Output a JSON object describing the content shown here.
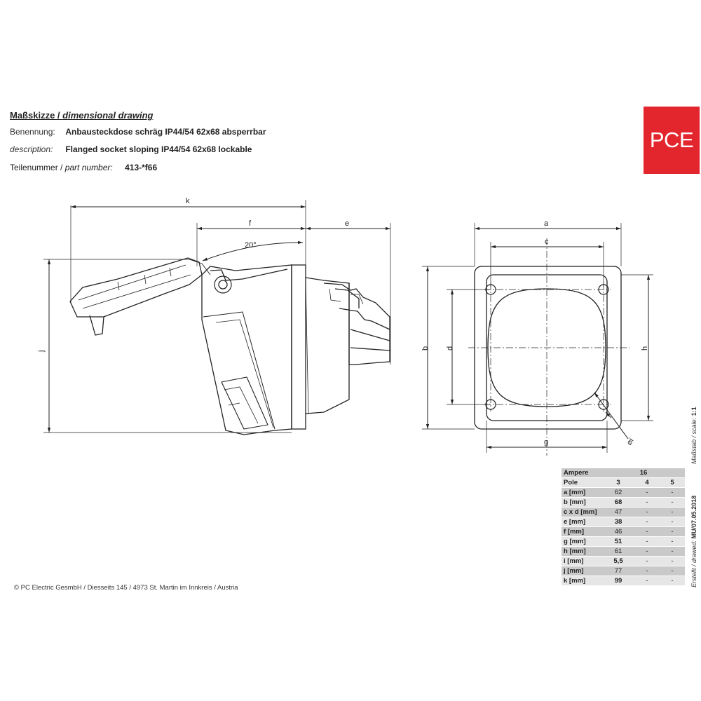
{
  "header": {
    "title_de": "Maßskizze /",
    "title_en": "dimensional drawing",
    "name_label": "Benennung:",
    "name_value": "Anbausteckdose schräg IP44/54 62x68 absperrbar",
    "desc_label": "description:",
    "desc_value": "Flanged socket sloping IP44/54 62x68 lockable",
    "part_label_de": "Teilenummer /",
    "part_label_en": "part number:",
    "part_value": "413-*f66"
  },
  "logo": {
    "text": "PCE",
    "color": "#e3262d"
  },
  "drawing_labels": {
    "k": "k",
    "f": "f",
    "e": "e",
    "angle": "20°",
    "j": "j",
    "a": "a",
    "c": "c",
    "b": "b",
    "d": "d",
    "h": "h",
    "g": "g",
    "i": "i"
  },
  "table": {
    "ampere_label": "Ampere",
    "ampere_value": "16",
    "rows": [
      [
        "Pole",
        "3",
        "4",
        "5"
      ],
      [
        "a [mm]",
        "62",
        "-",
        "-"
      ],
      [
        "b [mm]",
        "68",
        "-",
        "-"
      ],
      [
        "c x d [mm]",
        "47",
        "-",
        "-"
      ],
      [
        "e [mm]",
        "38",
        "-",
        "-"
      ],
      [
        "f [mm]",
        "46",
        "-",
        "-"
      ],
      [
        "g [mm]",
        "51",
        "-",
        "-"
      ],
      [
        "h [mm]",
        "61",
        "-",
        "-"
      ],
      [
        "i [mm]",
        "5,5",
        "-",
        "-"
      ],
      [
        "j [mm]",
        "77",
        "-",
        "-"
      ],
      [
        "k [mm]",
        "99",
        "-",
        "-"
      ]
    ]
  },
  "footer": {
    "text": "PC Electric GesmbH / Diesseits 145 / 4973 St. Martin im Innkreis / Austria"
  },
  "side": {
    "drawn_label": "Erstellt / drawed:",
    "drawn_value": "MU/07.05.2018",
    "scale_label": "Maßstab / scale:",
    "scale_value": "1:1"
  }
}
